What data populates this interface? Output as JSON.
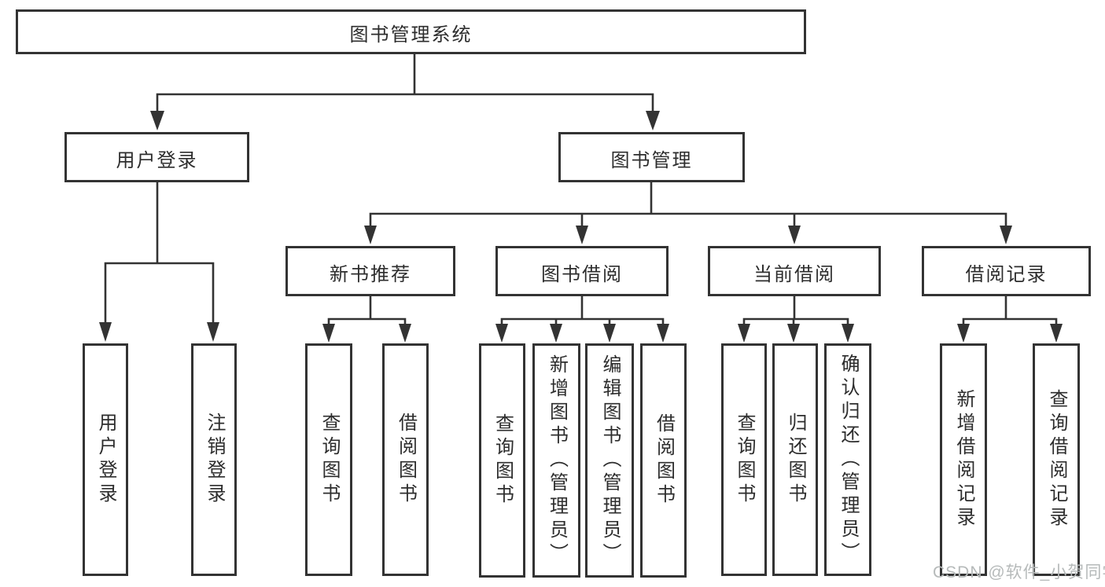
{
  "tree": {
    "label": "图书管理系统",
    "children": [
      {
        "label": "用户登录",
        "children": [
          {
            "label": "用户登录"
          },
          {
            "label": "注销登录"
          }
        ]
      },
      {
        "label": "图书管理",
        "children": [
          {
            "label": "新书推荐",
            "children": [
              {
                "label": "查询图书"
              },
              {
                "label": "借阅图书"
              }
            ]
          },
          {
            "label": "图书借阅",
            "children": [
              {
                "label": "查询图书"
              },
              {
                "label": "新增图书（管理员）"
              },
              {
                "label": "编辑图书（管理员）"
              },
              {
                "label": "借阅图书"
              }
            ]
          },
          {
            "label": "当前借阅",
            "children": [
              {
                "label": "查询图书"
              },
              {
                "label": "归还图书"
              },
              {
                "label": "确认归还（管理员）"
              }
            ]
          },
          {
            "label": "借阅记录",
            "children": [
              {
                "label": "新增借阅记录"
              },
              {
                "label": "查询借阅记录"
              }
            ]
          }
        ]
      }
    ]
  },
  "watermark": {
    "text": "CSDN @软件_小贺同学"
  },
  "colors": {
    "line": "#333333",
    "box_border": "#333333",
    "box_background": "#ffffff",
    "text": "#2d2d2d",
    "watermark": "#b6baba"
  }
}
